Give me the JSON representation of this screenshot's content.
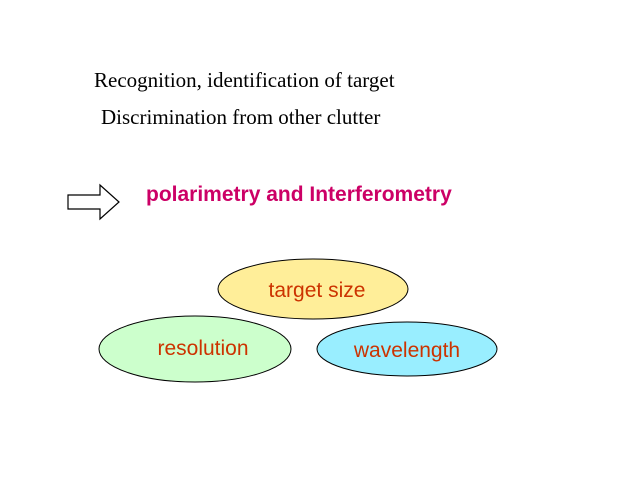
{
  "text_lines": [
    "Recognition, identification of target",
    "Discrimination from other clutter"
  ],
  "highlight": {
    "text": "polarimetry and Interferometry",
    "color": "#cc0066"
  },
  "arrow_icon": "right-arrow-icon",
  "factors": [
    {
      "label": "target size",
      "fill": "#ffee99",
      "text_color": "#cc3300"
    },
    {
      "label": "resolution",
      "fill": "#ccffcc",
      "text_color": "#cc3300"
    },
    {
      "label": "wavelength",
      "fill": "#99eeff",
      "text_color": "#cc3300"
    }
  ]
}
